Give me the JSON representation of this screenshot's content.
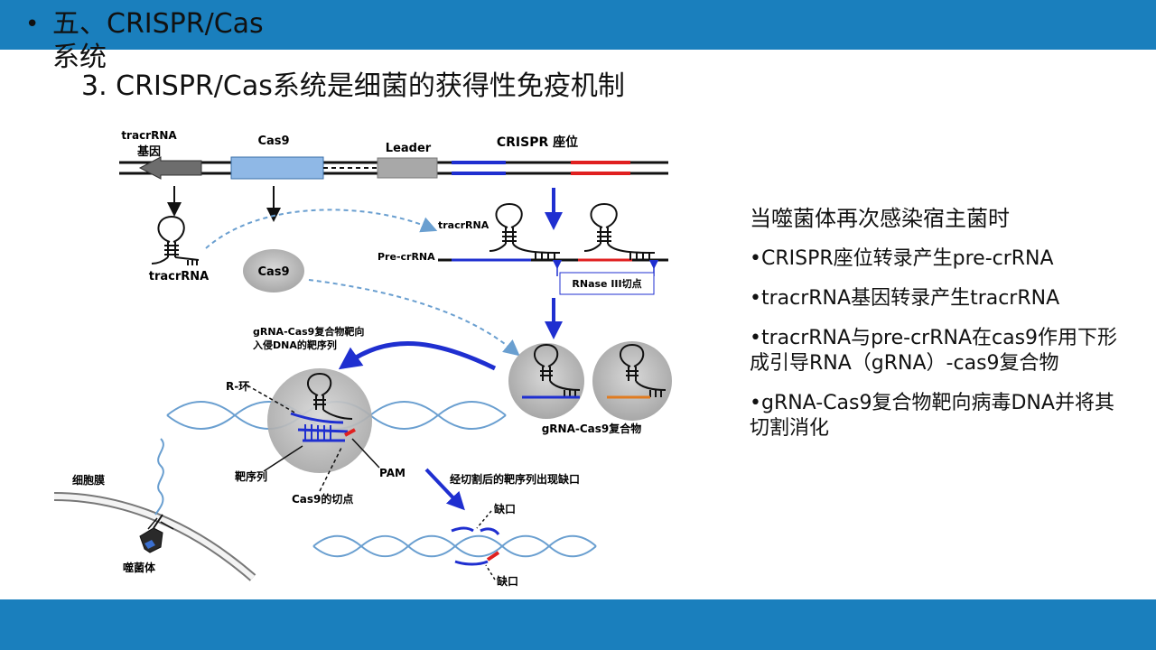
{
  "header": {
    "bullet": "•",
    "section_title": "五、CRISPR/Cas系统",
    "subtitle": "3. CRISPR/Cas系统是细菌的获得性免疫机制"
  },
  "diagram": {
    "tracrrna_gene": "tracrRNA",
    "tracrrna_gene_sub": "基因",
    "cas9_gene": "Cas9",
    "leader": "Leader",
    "crispr_locus": "CRISPR 座位",
    "tracrrna_label_left": "tracrRNA",
    "tracrrna_label_mid": "tracrRNA",
    "cas9_protein": "Cas9",
    "pre_crrna": "Pre-crRNA",
    "rnase_cut": "RNase III切点",
    "targeting_line1": "gRNA-Cas9复合物靶向",
    "targeting_line2": "入侵DNA的靶序列",
    "r_loop": "R-环",
    "grna_complex": "gRNA-Cas9复合物",
    "target_seq": "靶序列",
    "pam": "PAM",
    "cas9_cut": "Cas9的切点",
    "cell_membrane": "细胞膜",
    "phage": "噬菌体",
    "after_cut": "经切割后的靶序列出现缺口",
    "nick_top": "缺口",
    "nick_bottom": "缺口"
  },
  "right_panel": {
    "heading": "当噬菌体再次感染宿主菌时",
    "items": [
      "•CRISPR座位转录产生pre-crRNA",
      "•tracrRNA基因转录产生tracrRNA",
      "•tracrRNA与pre-crRNA在cas9作用下形成引导RNA（gRNA）-cas9复合物",
      "•gRNA-Cas9复合物靶向病毒DNA并将其切割消化"
    ]
  },
  "colors": {
    "bar_blue": "#1a7fbd",
    "cas9_blue": "#8fb8e6",
    "spacer_blue": "#1f2fd0",
    "spacer_red": "#e02020",
    "dna_blue": "#6a9fd0"
  }
}
